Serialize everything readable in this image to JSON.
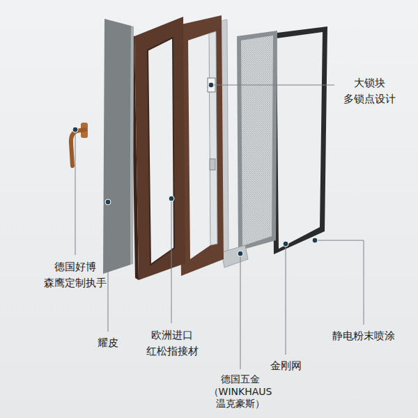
{
  "diagram": {
    "labels": [
      "大锁块 多锁点设计",
      "德国好博 森鹰定制执手",
      "耀皮",
      "欧洲进口 红松指接材",
      "静电粉末喷涂",
      "金刚网",
      "德国五金 （WINKHAUS 温克豪斯）"
    ]
  }
}
